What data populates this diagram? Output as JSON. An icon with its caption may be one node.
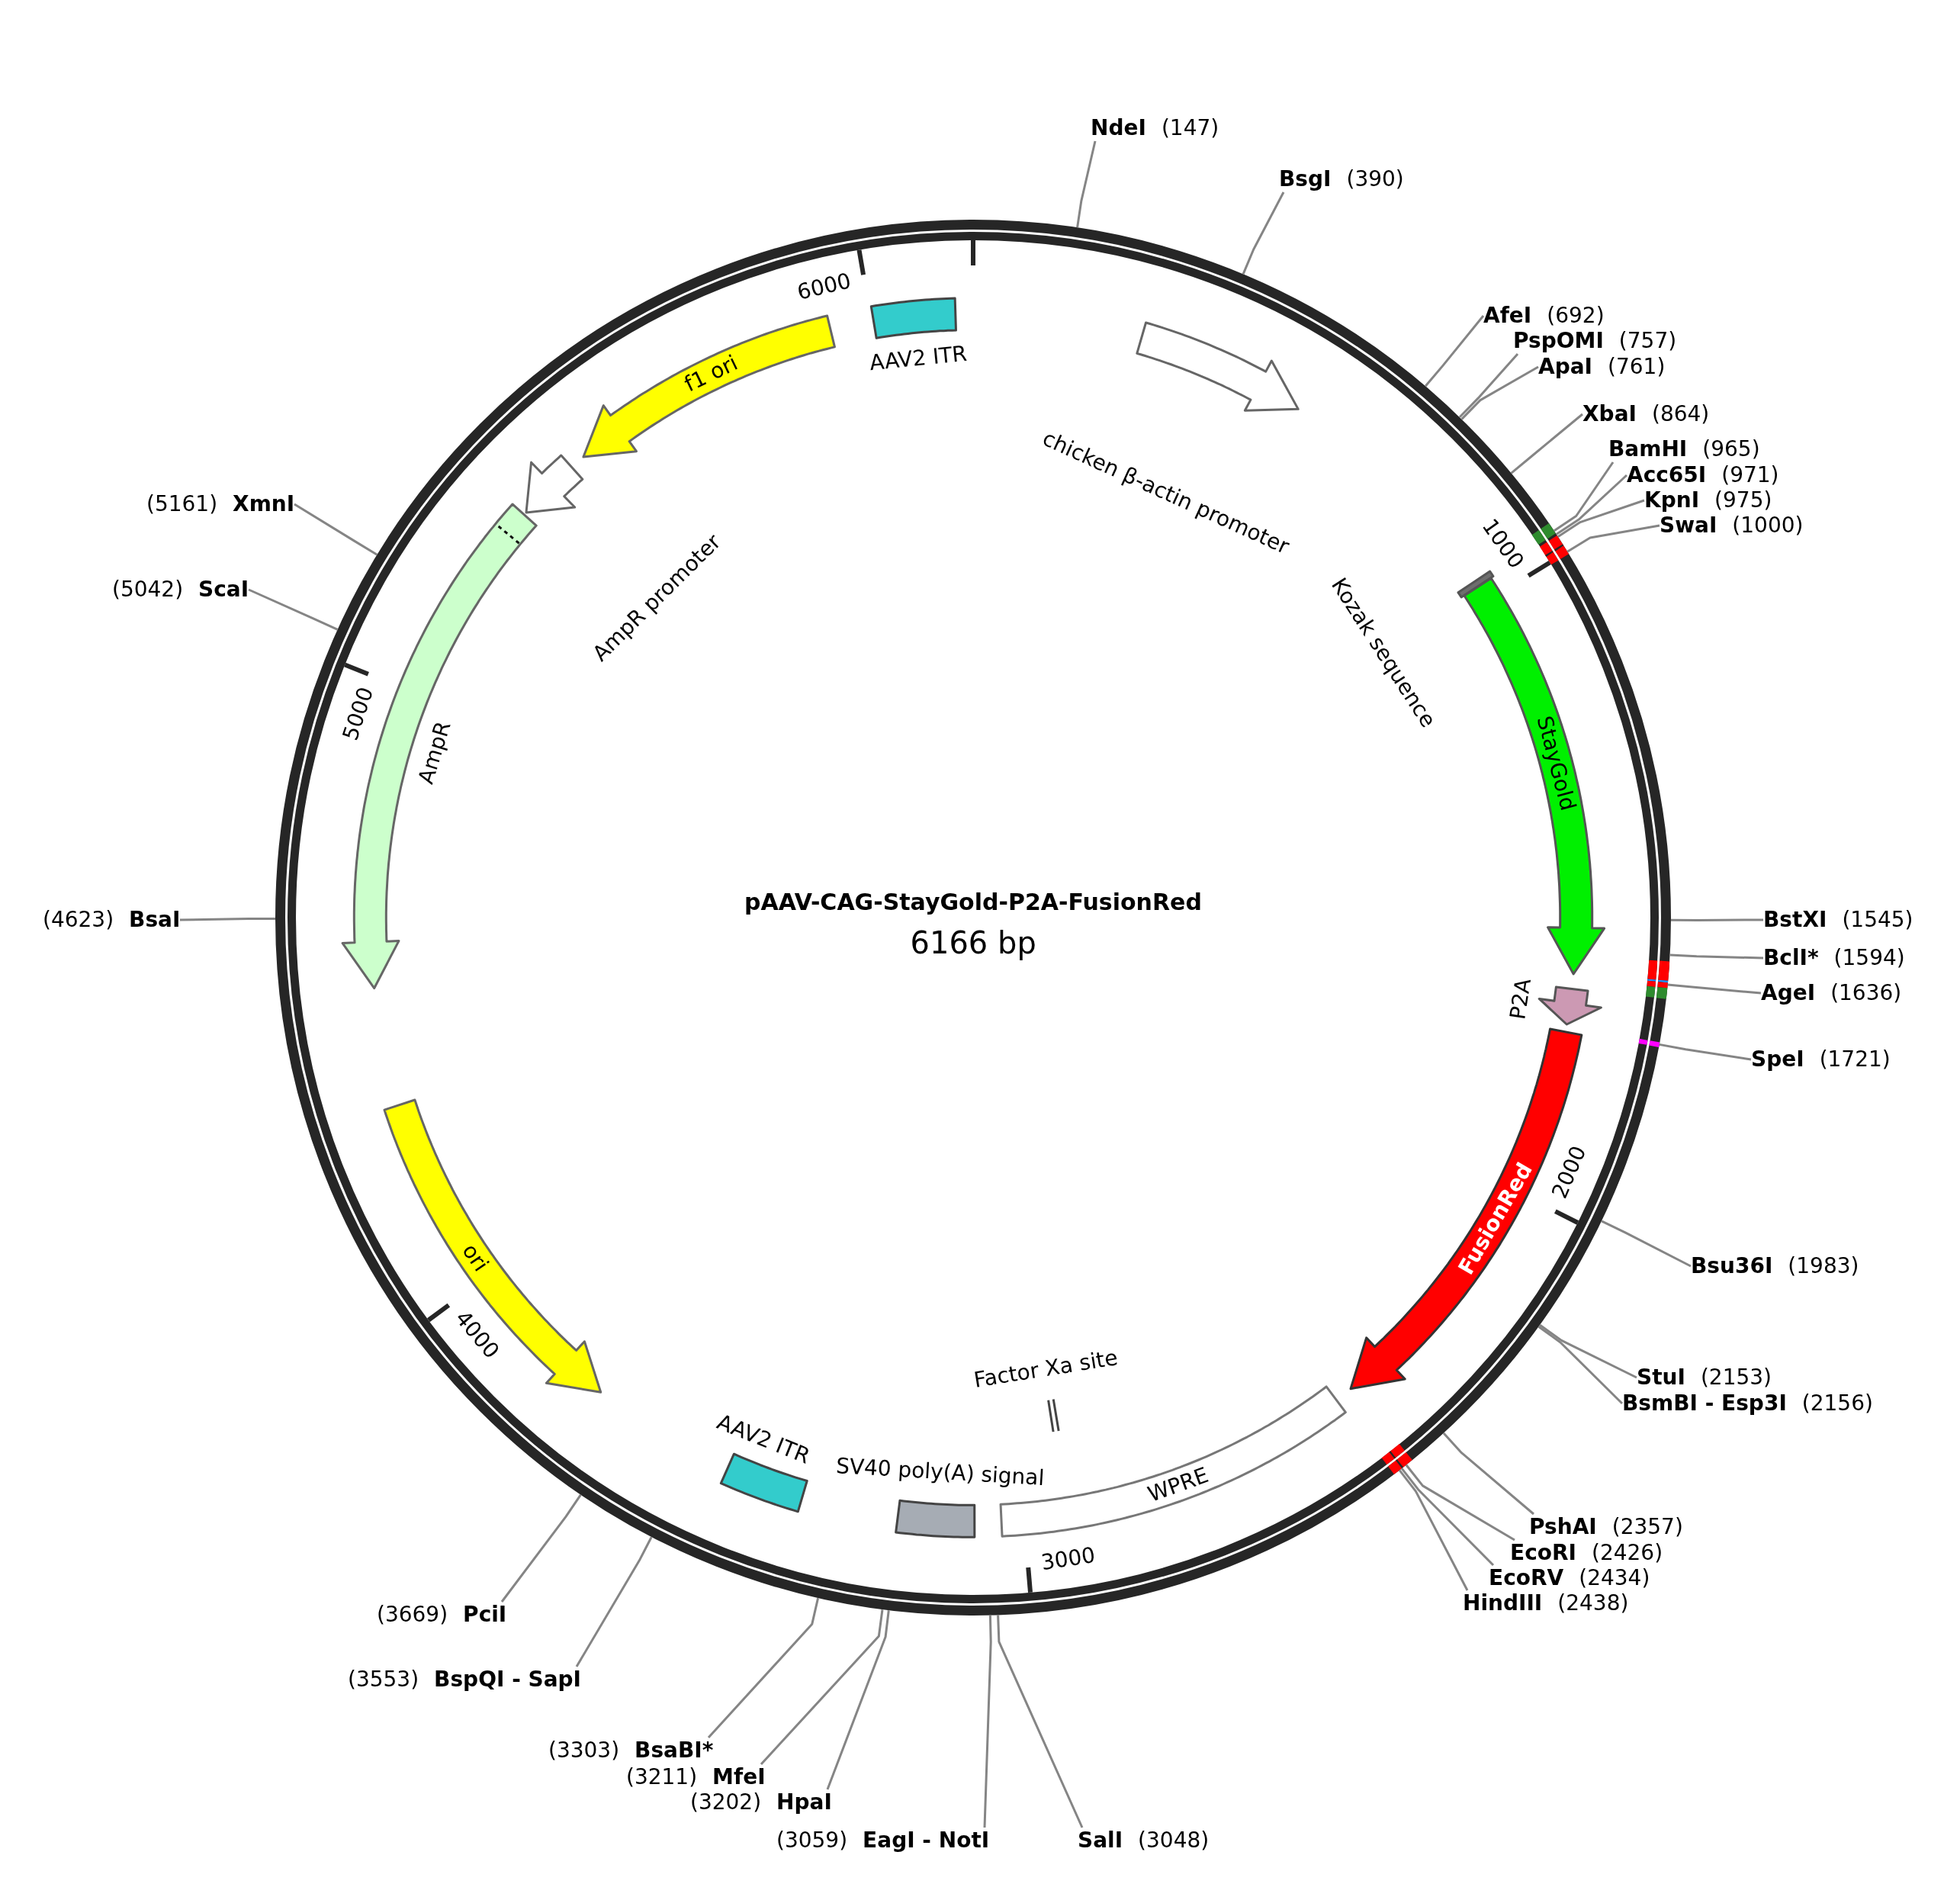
{
  "diagram": {
    "title": "pAAV-CAG-StayGold-P2A-FusionRed",
    "nodes": [
      {
        "text": [
          "AAV2 ITR"
        ]
      },
      {
        "text": [
          "chicken β-actin promoter"
        ]
      },
      {
        "text": [
          "Kozak sequence"
        ]
      },
      {
        "text": [
          "StayGold"
        ]
      },
      {
        "text": [
          "P2A"
        ]
      },
      {
        "text": [
          "FusionRed"
        ]
      },
      {
        "text": [
          "WPRE"
        ]
      },
      {
        "text": [
          "Factor Xa site"
        ]
      },
      {
        "text": [
          "SV40 poly(A) signal"
        ]
      },
      {
        "text": [
          "AAV2 ITR"
        ]
      },
      {
        "text": [
          "ori"
        ]
      },
      {
        "text": [
          "AmpR"
        ]
      },
      {
        "text": [
          "AmpR promoter"
        ]
      },
      {
        "text": [
          "f1 ori"
        ]
      },
      {
        "text": [
          "NdeI",
          "(147)"
        ]
      },
      {
        "text": [
          "BsgI",
          "(390)"
        ]
      },
      {
        "text": [
          "AfeI",
          "(692)"
        ]
      },
      {
        "text": [
          "PspOMI",
          "(757)"
        ]
      },
      {
        "text": [
          "ApaI",
          "(761)"
        ]
      },
      {
        "text": [
          "XbaI",
          "(864)"
        ]
      },
      {
        "text": [
          "BamHI",
          "(965)"
        ]
      },
      {
        "text": [
          "Acc65I",
          "(971)"
        ]
      },
      {
        "text": [
          "KpnI",
          "(975)"
        ]
      },
      {
        "text": [
          "SwaI",
          "(1000)"
        ]
      },
      {
        "text": [
          "BstXI",
          "(1545)"
        ]
      },
      {
        "text": [
          "BclI*",
          "(1594)"
        ]
      },
      {
        "text": [
          "AgeI",
          "(1636)"
        ]
      },
      {
        "text": [
          "SpeI",
          "(1721)"
        ]
      },
      {
        "text": [
          "Bsu36I",
          "(1983)"
        ]
      },
      {
        "text": [
          "StuI",
          "(2153)"
        ]
      },
      {
        "text": [
          "BsmBI - Esp3I",
          "(2156)"
        ]
      },
      {
        "text": [
          "PshAI",
          "(2357)"
        ]
      },
      {
        "text": [
          "EcoRI",
          "(2426)"
        ]
      },
      {
        "text": [
          "EcoRV",
          "(2434)"
        ]
      },
      {
        "text": [
          "HindIII",
          "(2438)"
        ]
      },
      {
        "text": [
          "SalI",
          "(3048)"
        ]
      },
      {
        "text": [
          "(3059)",
          "EagI - NotI"
        ]
      },
      {
        "text": [
          "(3202)",
          "HpaI"
        ]
      },
      {
        "text": [
          "(3211)",
          "MfeI"
        ]
      },
      {
        "text": [
          "(3303)",
          "BsaBI*"
        ]
      },
      {
        "text": [
          "(3553)",
          "BspQI - SapI"
        ]
      },
      {
        "text": [
          "(3669)",
          "PciI"
        ]
      },
      {
        "text": [
          "(4623)",
          "BsaI"
        ]
      },
      {
        "text": [
          "(5042)",
          "ScaI"
        ]
      },
      {
        "text": [
          "(5161)",
          "XmnI"
        ]
      }
    ],
    "edges": [
      {
        "from": 14,
        "to": null,
        "arrow": "none"
      },
      {
        "from": 15,
        "to": null,
        "arrow": "none"
      },
      {
        "from": 16,
        "to": null,
        "arrow": "none"
      },
      {
        "from": 17,
        "to": null,
        "arrow": "none"
      },
      {
        "from": 18,
        "to": null,
        "arrow": "none"
      },
      {
        "from": 19,
        "to": null,
        "arrow": "none"
      },
      {
        "from": 20,
        "to": null,
        "arrow": "none"
      },
      {
        "from": 21,
        "to": null,
        "arrow": "none"
      },
      {
        "from": 22,
        "to": null,
        "arrow": "none"
      },
      {
        "from": 23,
        "to": null,
        "arrow": "none"
      },
      {
        "from": 24,
        "to": null,
        "arrow": "none"
      },
      {
        "from": 25,
        "to": null,
        "arrow": "none"
      },
      {
        "from": 26,
        "to": null,
        "arrow": "none"
      },
      {
        "from": 27,
        "to": null,
        "arrow": "none"
      },
      {
        "from": 28,
        "to": null,
        "arrow": "none"
      },
      {
        "from": 29,
        "to": null,
        "arrow": "none"
      },
      {
        "from": 30,
        "to": null,
        "arrow": "none"
      },
      {
        "from": 31,
        "to": null,
        "arrow": "none"
      },
      {
        "from": 32,
        "to": null,
        "arrow": "none"
      },
      {
        "from": 33,
        "to": null,
        "arrow": "none"
      },
      {
        "from": 34,
        "to": null,
        "arrow": "none"
      },
      {
        "from": 35,
        "to": null,
        "arrow": "none"
      },
      {
        "from": 36,
        "to": null,
        "arrow": "none"
      },
      {
        "from": 37,
        "to": null,
        "arrow": "none"
      },
      {
        "from": 38,
        "to": null,
        "arrow": "none"
      },
      {
        "from": 39,
        "to": null,
        "arrow": "none"
      },
      {
        "from": 40,
        "to": null,
        "arrow": "none"
      },
      {
        "from": 41,
        "to": null,
        "arrow": "none"
      },
      {
        "from": 42,
        "to": null,
        "arrow": "none"
      },
      {
        "from": 43,
        "to": null,
        "arrow": "none"
      },
      {
        "from": 44,
        "to": null,
        "arrow": "none"
      }
    ],
    "labels": [
      "6166 bp",
      "1000",
      "2000",
      "3000",
      "4000",
      "5000",
      "6000"
    ]
  }
}
